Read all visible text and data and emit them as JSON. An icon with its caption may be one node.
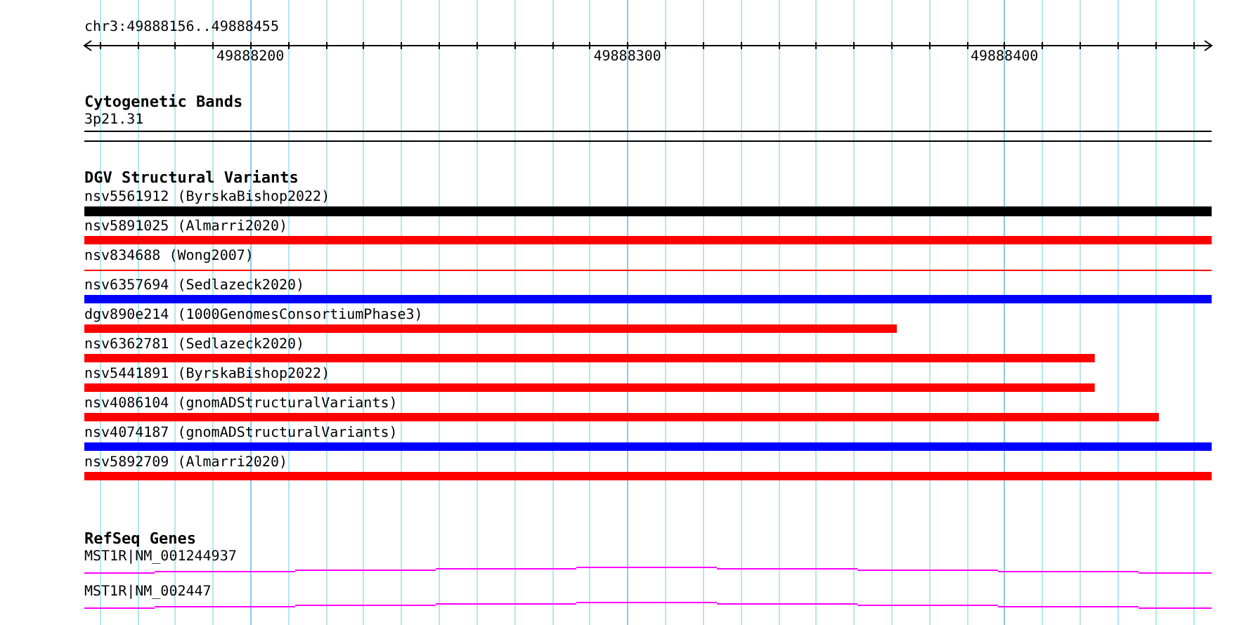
{
  "diagram": {
    "title": "chr3:49888156..49888455",
    "labels": [
      "49888200",
      "49888300",
      "49888400",
      "Cytogenetic Bands",
      "3p21.31",
      "DGV Structural Variants",
      "nsv5561912 (ByrskaBishop2022)",
      "nsv5891025 (Almarri2020)",
      "nsv834688 (Wong2007)",
      "nsv6357694 (Sedlazeck2020)",
      "dgv890e214 (1000GenomesConsortiumPhase3)",
      "nsv6362781 (Sedlazeck2020)",
      "nsv5441891 (ByrskaBishop2022)",
      "nsv4086104 (gnomADStructuralVariants)",
      "nsv4074187 (gnomADStructuralVariants)",
      "nsv5892709 (Almarri2020)",
      "RefSeq Genes",
      "MST1R|NM_001244937",
      "MST1R|NM_002447"
    ]
  }
}
